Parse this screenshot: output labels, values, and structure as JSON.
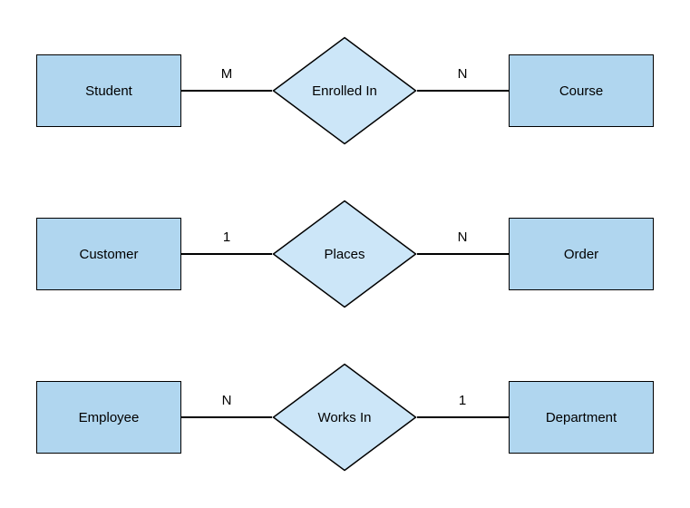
{
  "diagram": {
    "type": "entity-relationship-diagram",
    "colors": {
      "background": "#FFFFFF",
      "entity_fill": "#B0D6EF",
      "relationship_fill": "#CCE6F8",
      "stroke": "#000000",
      "text": "#000000"
    },
    "rows": [
      {
        "left_entity": "Student",
        "left_cardinality": "M",
        "relationship": "Enrolled In",
        "right_cardinality": "N",
        "right_entity": "Course"
      },
      {
        "left_entity": "Customer",
        "left_cardinality": "1",
        "relationship": "Places",
        "right_cardinality": "N",
        "right_entity": "Order"
      },
      {
        "left_entity": "Employee",
        "left_cardinality": "N",
        "relationship": "Works In",
        "right_cardinality": "1",
        "right_entity": "Department"
      }
    ]
  }
}
